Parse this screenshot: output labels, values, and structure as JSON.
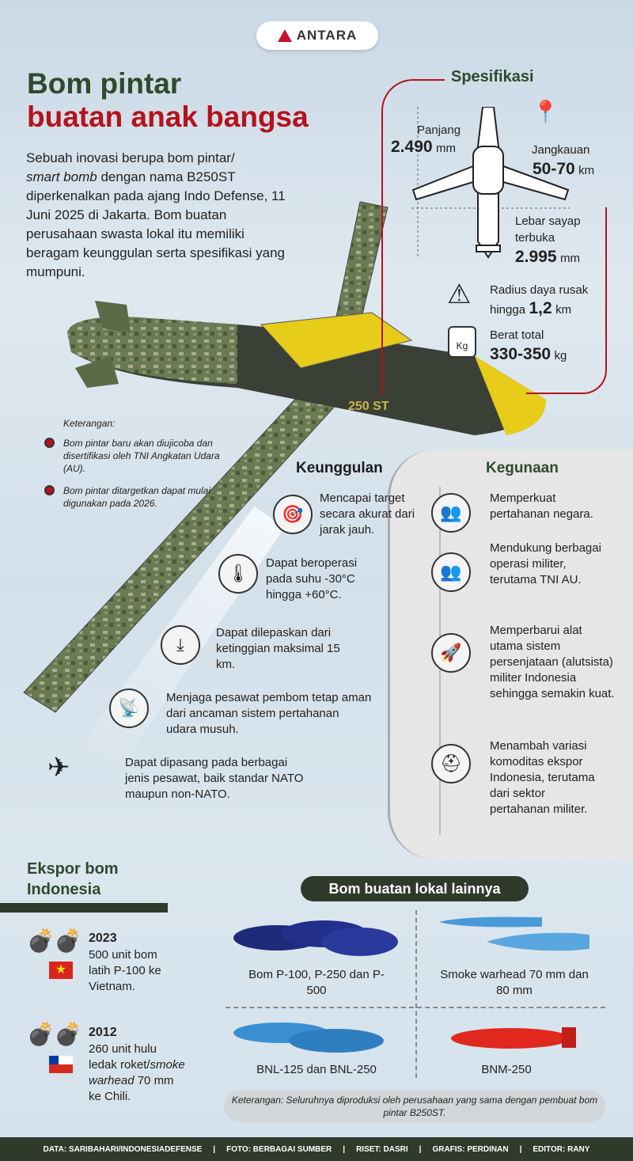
{
  "logo": "ANTARA",
  "title": {
    "line1": "Bom pintar",
    "line2": "buatan anak bangsa"
  },
  "intro": {
    "part1": "Sebuah inovasi berupa bom pintar/",
    "italic": "smart bomb",
    "part2": " dengan nama B250ST diperkenalkan pada ajang Indo Defense, 11 Juni 2025 di Jakarta. Bom buatan perusahaan swasta lokal itu memiliki beragam keunggulan serta spesifikasi yang mumpuni."
  },
  "bomb_label": "250 ST",
  "spec": {
    "heading": "Spesifikasi",
    "panjang": {
      "label": "Panjang",
      "value": "2.490",
      "unit": "mm"
    },
    "jangkauan": {
      "label": "Jangkauan",
      "value": "50-70",
      "unit": "km"
    },
    "lebar": {
      "label1": "Lebar sayap",
      "label2": "terbuka",
      "value": "2.995",
      "unit": "mm"
    },
    "radius": {
      "label1": "Radius daya rusak",
      "label2": "hingga",
      "value": "1,2",
      "unit": "km"
    },
    "berat": {
      "label": "Berat total",
      "value": "330-350",
      "unit": "kg"
    }
  },
  "keterangan": {
    "title": "Keterangan:",
    "items": [
      "Bom pintar baru akan diujicoba dan disertifikasi oleh TNI Angkatan Udara (AU).",
      "Bom pintar ditargetkan dapat mulai digunakan pada 2026."
    ]
  },
  "keunggulan": {
    "heading": "Keunggulan",
    "items": [
      "Mencapai target secara akurat dari jarak jauh.",
      "Dapat beroperasi pada suhu -30°C hingga +60°C.",
      "Dapat dilepaskan dari ketinggian maksimal 15 km.",
      "Menjaga pesawat pembom tetap aman dari ancaman sistem pertahanan udara musuh.",
      "Dapat dipasang pada berbagai jenis pesawat, baik standar NATO maupun non-NATO."
    ]
  },
  "kegunaan": {
    "heading": "Kegunaan",
    "items": [
      "Memperkuat pertahanan negara.",
      "Mendukung berbagai operasi militer, terutama TNI AU.",
      "Memperbarui alat utama sistem persenjataan (alutsista) militer Indonesia sehingga semakin kuat.",
      "Menambah variasi komoditas ekspor Indonesia, terutama dari sektor pertahanan militer."
    ]
  },
  "ekspor": {
    "heading1": "Ekspor bom",
    "heading2": "Indonesia",
    "items": [
      {
        "year": "2023",
        "text": "500 unit bom latih P-100 ke Vietnam."
      },
      {
        "year": "2012",
        "text1": "260 unit hulu ledak roket/",
        "italic": "smoke warhead",
        "text2": " 70 mm ke Chili."
      }
    ]
  },
  "lokal": {
    "heading": "Bom buatan lokal lainnya",
    "items": [
      "Bom P-100, P-250 dan P-500",
      "Smoke warhead 70 mm dan 80 mm",
      "BNL-125 dan BNL-250",
      "BNM-250"
    ],
    "note": "Keterangan: Seluruhnya diproduksi oleh perusahaan yang sama dengan pembuat bom pintar B250ST."
  },
  "footer": [
    "DATA: SARIBAHARI/INDONESIADEFENSE",
    "|",
    "FOTO: BERBAGAI SUMBER",
    "|",
    "RISET: DASRI",
    "|",
    "GRAFIS: PERDINAN",
    "|",
    "EDITOR: RANY"
  ],
  "colors": {
    "green": "#2f4a2c",
    "red": "#b5121b",
    "dark": "#2f3a2b",
    "yellow": "#e7cc1a"
  }
}
